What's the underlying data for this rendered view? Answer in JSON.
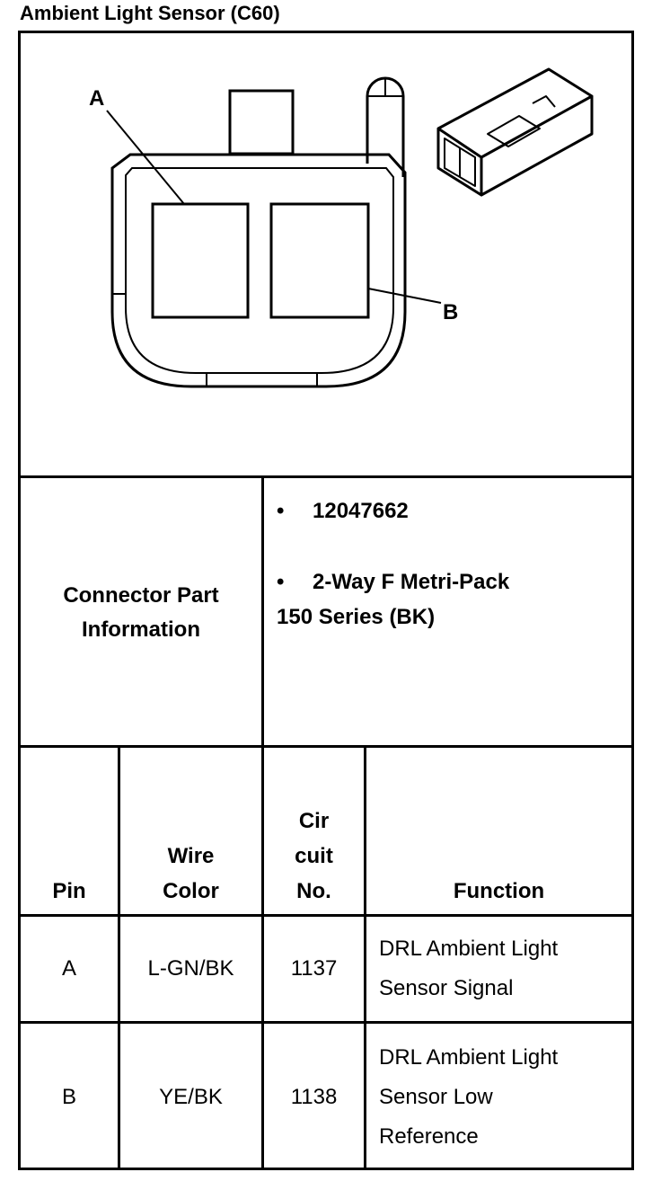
{
  "title": "Ambient Light Sensor (C60)",
  "diagram": {
    "label_a": "A",
    "label_b": "B"
  },
  "connector_info": {
    "label_line1": "Connector Part",
    "label_line2": "Information",
    "bullet": "•",
    "part_number": "12047662",
    "desc_line1": "2-Way F Metri-Pack",
    "desc_line2": "150 Series (BK)"
  },
  "table": {
    "headers": {
      "pin": "Pin",
      "wire_color_1": "Wire",
      "wire_color_2": "Color",
      "circuit_1": "Cir",
      "circuit_2": "cuit",
      "circuit_3": "No.",
      "function": "Function"
    },
    "rows": [
      {
        "pin": "A",
        "wire_color": "L-GN/BK",
        "circuit": "1137",
        "function_lines": [
          "DRL Ambient Light",
          "Sensor Signal"
        ]
      },
      {
        "pin": "B",
        "wire_color": "YE/BK",
        "circuit": "1138",
        "function_lines": [
          "DRL Ambient Light",
          "Sensor Low",
          "Reference"
        ]
      }
    ]
  }
}
